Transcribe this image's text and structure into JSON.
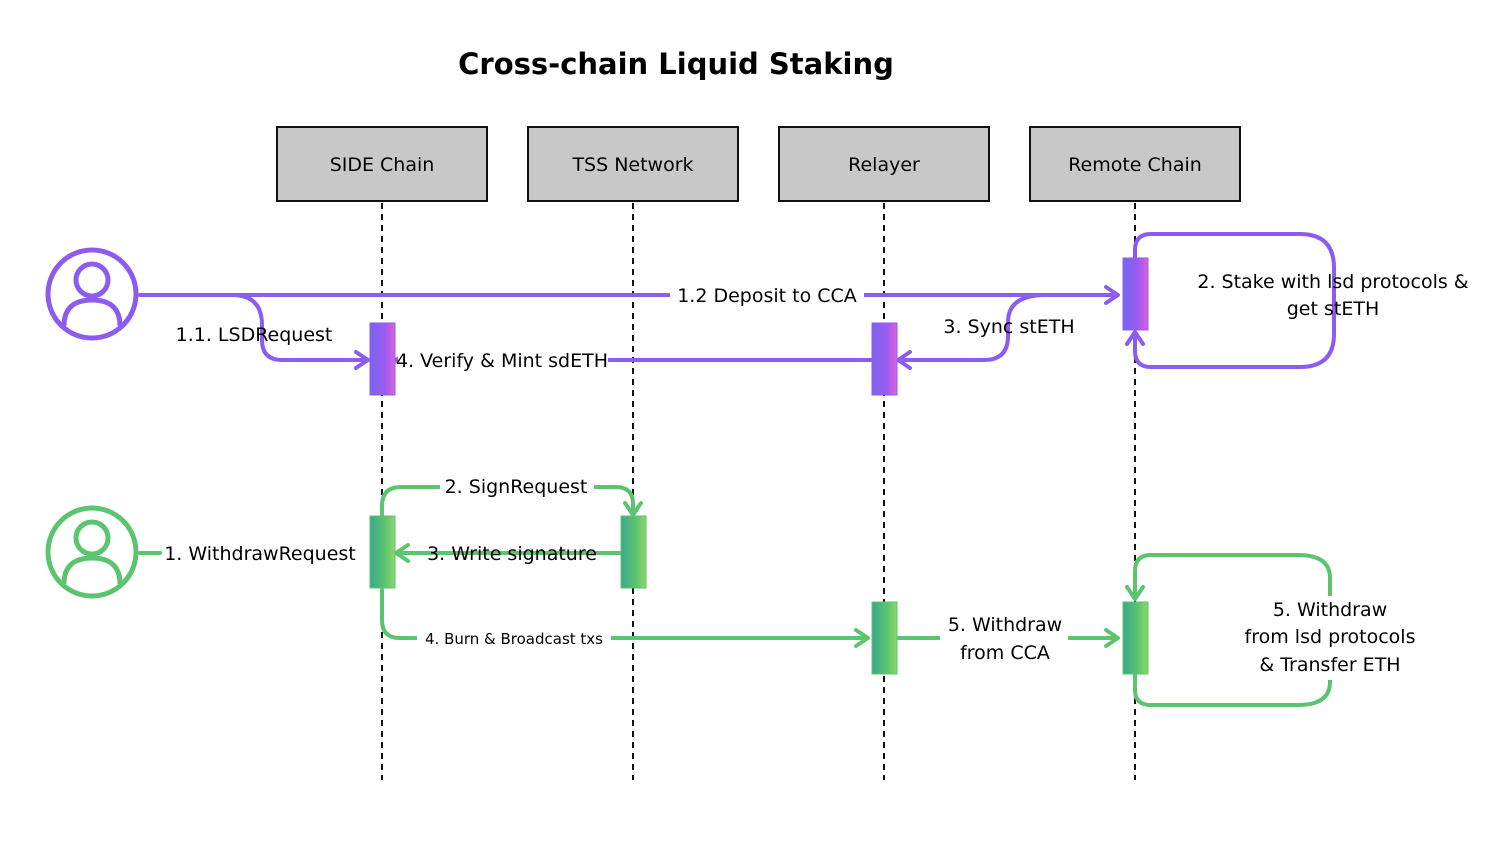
{
  "title": "Cross-chain Liquid Staking",
  "colors": {
    "purple": "#8c5cf0",
    "green": "#5cc46e",
    "box_fill": "#c8c8c8"
  },
  "participants": [
    {
      "id": "side",
      "label": "SIDE Chain"
    },
    {
      "id": "tss",
      "label": "TSS Network"
    },
    {
      "id": "relayer",
      "label": "Relayer"
    },
    {
      "id": "remote",
      "label": "Remote Chain"
    }
  ],
  "users": [
    {
      "id": "staking-user",
      "icon": "user-icon",
      "color": "purple"
    },
    {
      "id": "withdraw-user",
      "icon": "user-icon",
      "color": "green"
    }
  ],
  "staking_flow": {
    "deposit": "1.2 Deposit to CCA",
    "lsd_request": "1.1. LSDRequest",
    "stake_line1": "2. Stake with lsd protocols &",
    "stake_line2": "get stETH",
    "sync": "3. Sync stETH",
    "verify_mint": "4. Verify & Mint sdETH"
  },
  "withdraw_flow": {
    "withdraw_request": "1. WithdrawRequest",
    "sign_request": "2. SignRequest",
    "write_signature": "3. Write  signature",
    "burn_broadcast": "4. Burn & Broadcast txs",
    "withdraw_cca_line1": "5. Withdraw",
    "withdraw_cca_line2": "from CCA",
    "withdraw_lsd_line1": "5. Withdraw",
    "withdraw_lsd_line2": "from lsd protocols",
    "withdraw_lsd_line3": "& Transfer ETH"
  }
}
